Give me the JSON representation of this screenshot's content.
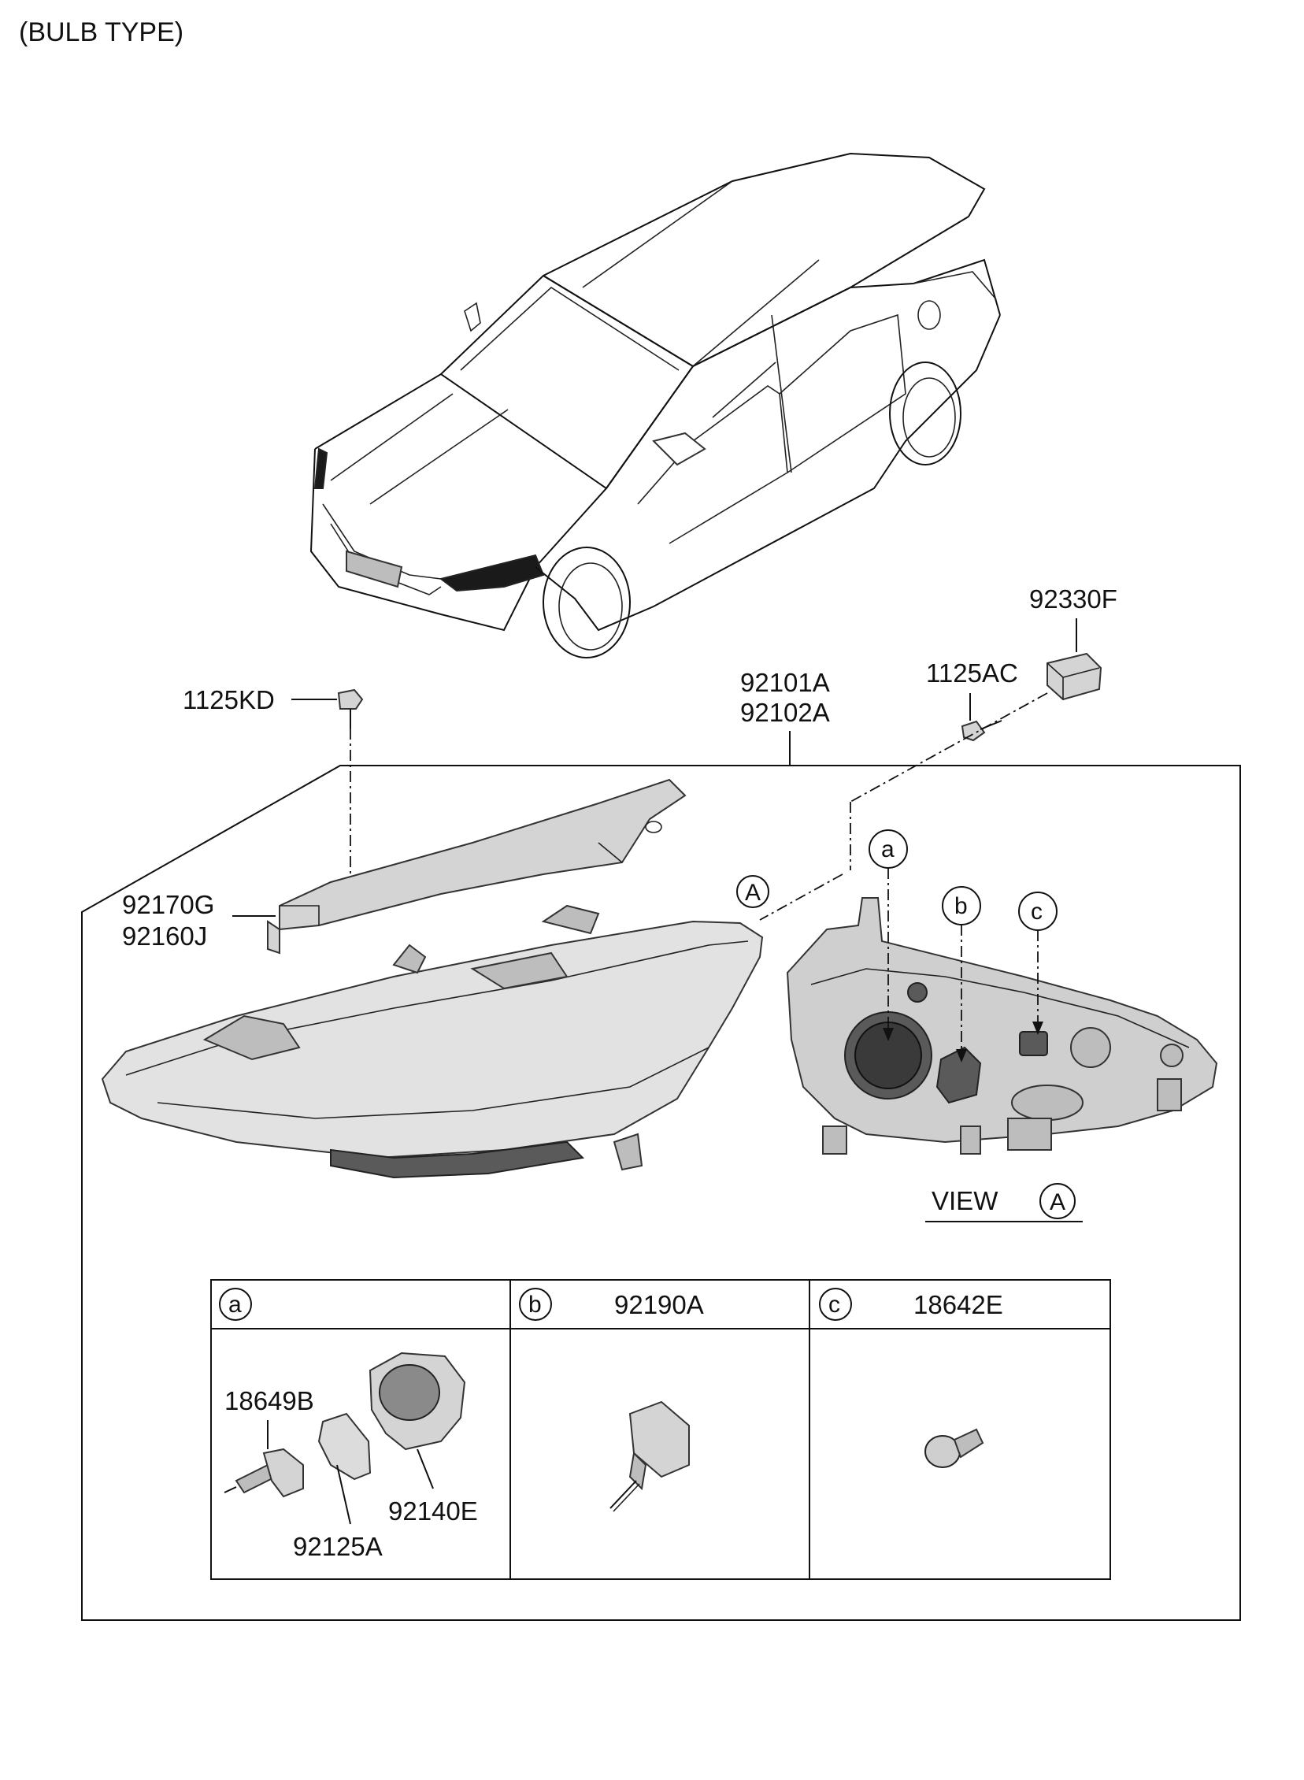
{
  "header": {
    "title": "(BULB TYPE)"
  },
  "labels": {
    "screw_left": "1125KD",
    "headlamp_1": "92101A",
    "headlamp_2": "92102A",
    "screw_right": "1125AC",
    "connector": "92330F",
    "cover_1": "92170G",
    "cover_2": "92160J",
    "view_arrow": "A",
    "view_text": "VIEW",
    "view_letter": "A",
    "callout_a": "a",
    "callout_b": "b",
    "callout_c": "c"
  },
  "table": {
    "cells": [
      {
        "letter": "a",
        "part": ""
      },
      {
        "letter": "b",
        "part": "92190A"
      },
      {
        "letter": "c",
        "part": "18642E"
      }
    ],
    "a_parts": {
      "bulb": "18649B",
      "seal": "92125A",
      "cap": "92140E"
    }
  },
  "colors": {
    "line": "#111111",
    "part_fill": "#d4d4d4",
    "dark_fill": "#5a5a5a"
  },
  "icons": [
    "vehicle-outline",
    "headlamp-assembly",
    "bulb-icon",
    "socket-icon"
  ]
}
